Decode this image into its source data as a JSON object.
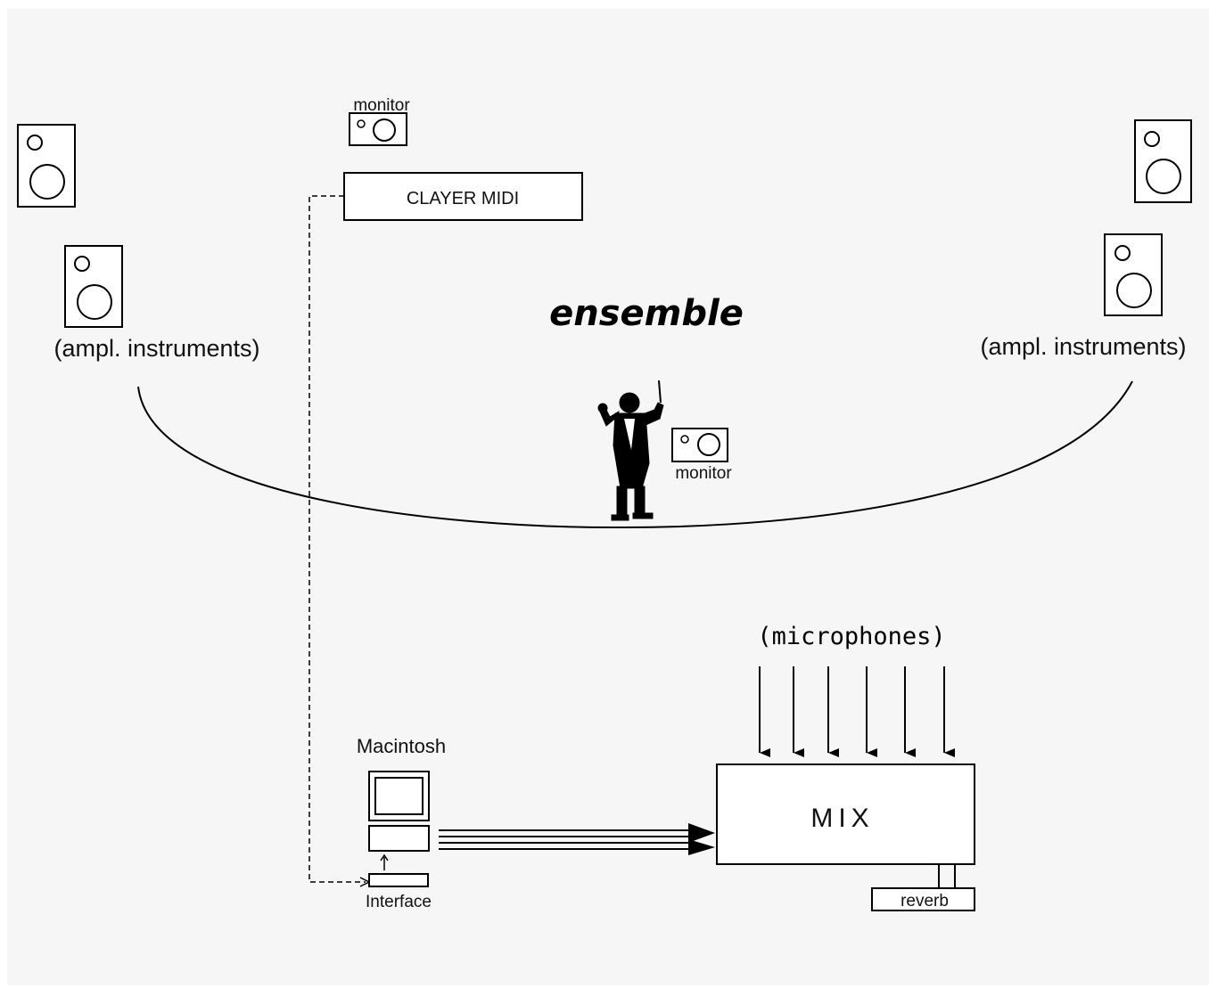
{
  "labels": {
    "monitor_top": "monitor",
    "clayer": "CLAYER MIDI",
    "ensemble": "ensemble",
    "ampl_left": "(ampl. instruments)",
    "ampl_right": "(ampl. instruments)",
    "monitor_conductor": "monitor",
    "microphones": "(microphones)",
    "macintosh": "Macintosh",
    "interface": "Interface",
    "mix": "MIX",
    "reverb": "reverb"
  },
  "colors": {
    "ink": "#000000",
    "background": "#f6f6f6",
    "box_fill": "#ffffff"
  },
  "icons": [
    "speaker-icon",
    "monitor-icon",
    "conductor-icon",
    "computer-icon",
    "arrow-icon"
  ]
}
